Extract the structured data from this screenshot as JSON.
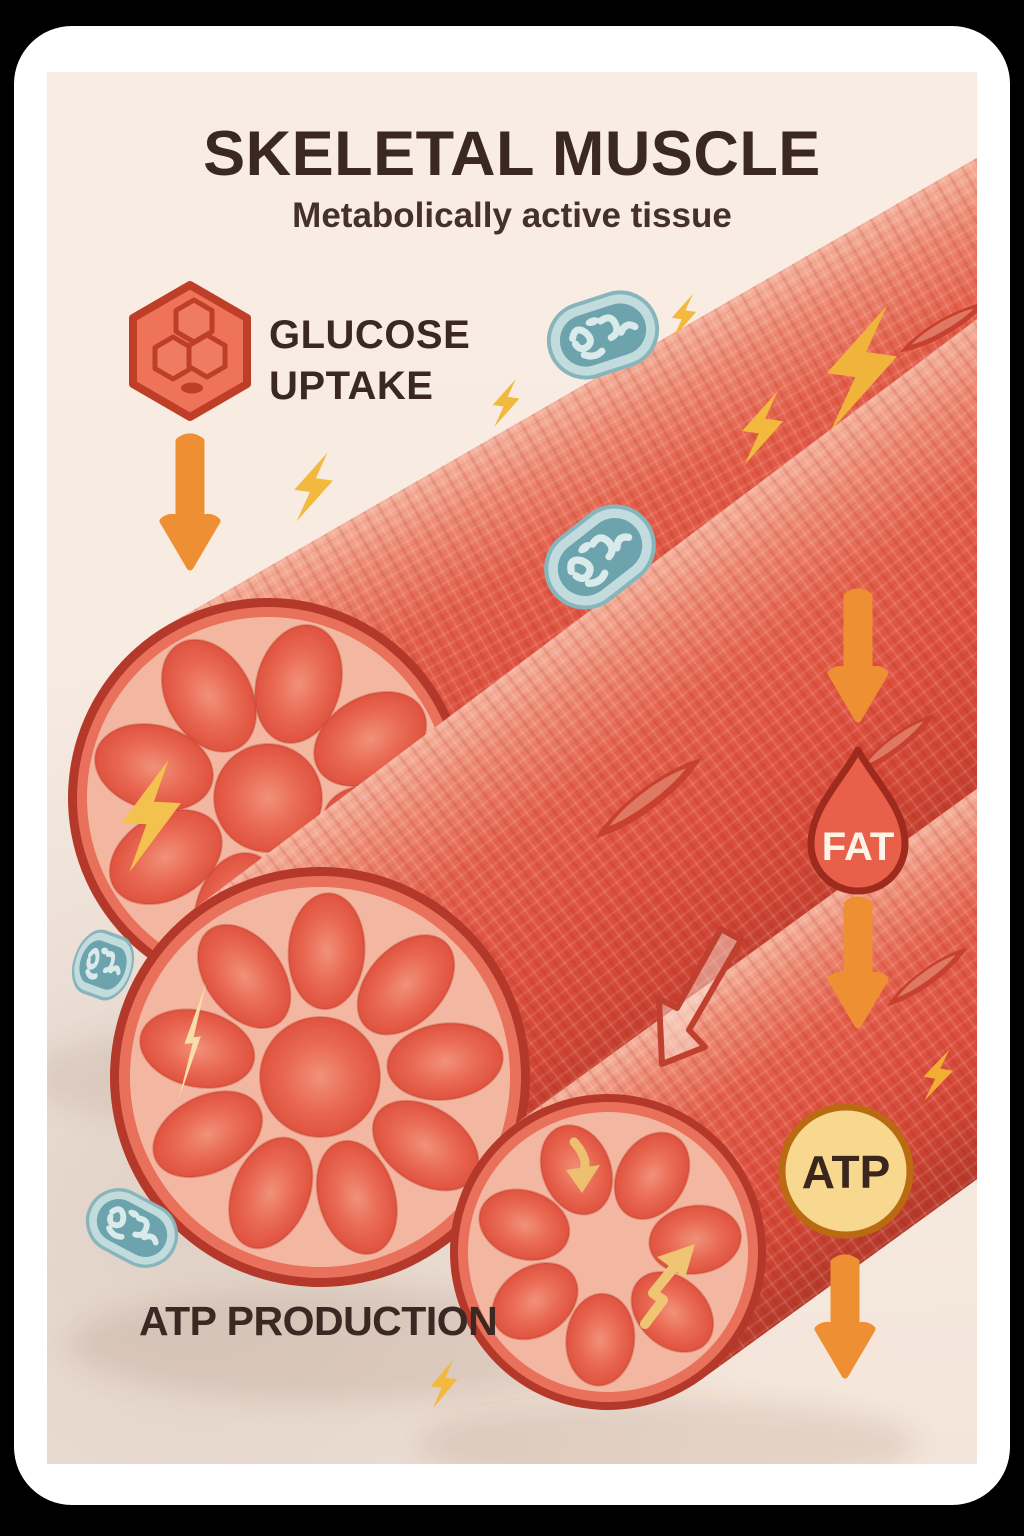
{
  "poster": {
    "title": "SKELETAL MUSCLE",
    "subtitle": "Metabolically active tissue",
    "glucose_label": {
      "line1": "GLUCOSE",
      "line2": "UPTAKE"
    },
    "fat_label": "FAT",
    "atp_label": "ATP",
    "atp_production_label": "ATP PRODUCTION"
  },
  "icons": {
    "glucose_icon": "hexagon-molecule",
    "energy_icon": "lightning-bolt",
    "organelle_icon": "mitochondrion",
    "flow_icon": "down-arrow",
    "fat_icon": "teardrop-droplet",
    "atp_icon": "gold-coin-circle",
    "fiber_icon": "muscle-fiber-cylinder"
  },
  "colors": {
    "page_background": "#000000",
    "card_background": "#ffffff",
    "panel_background": "#f8ece2",
    "heading_text": "#3b2822",
    "muscle_red": "#e05243",
    "muscle_highlight": "#f2a892",
    "muscle_outline": "#b5392a",
    "septa_pink": "#f3b7a1",
    "mitochondrion_teal": "#6da3ad",
    "mitochondrion_light": "#c2dcdd",
    "bolt_yellow": "#f3b83e",
    "arrow_orange": "#ef8f33",
    "fat_red": "#e8604a",
    "fat_outline": "#9e2b1e",
    "atp_gold": "#f7d88e",
    "atp_ring": "#b96a12"
  }
}
